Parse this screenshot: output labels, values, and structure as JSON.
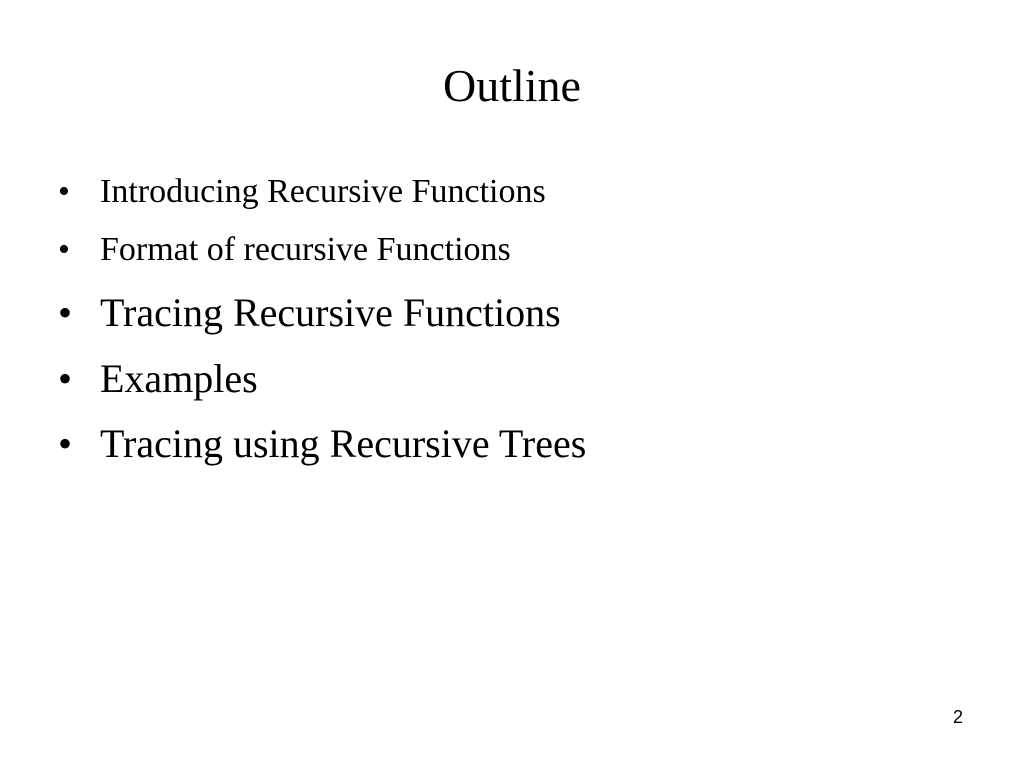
{
  "slide": {
    "title": "Outline",
    "bullet_symbol": "•",
    "items": [
      {
        "text": "Introducing Recursive Functions"
      },
      {
        "text": "Format of recursive Functions"
      },
      {
        "text": "Tracing Recursive Functions"
      },
      {
        "text": "Examples"
      },
      {
        "text": "Tracing using Recursive Trees"
      }
    ],
    "page_number": "2"
  }
}
